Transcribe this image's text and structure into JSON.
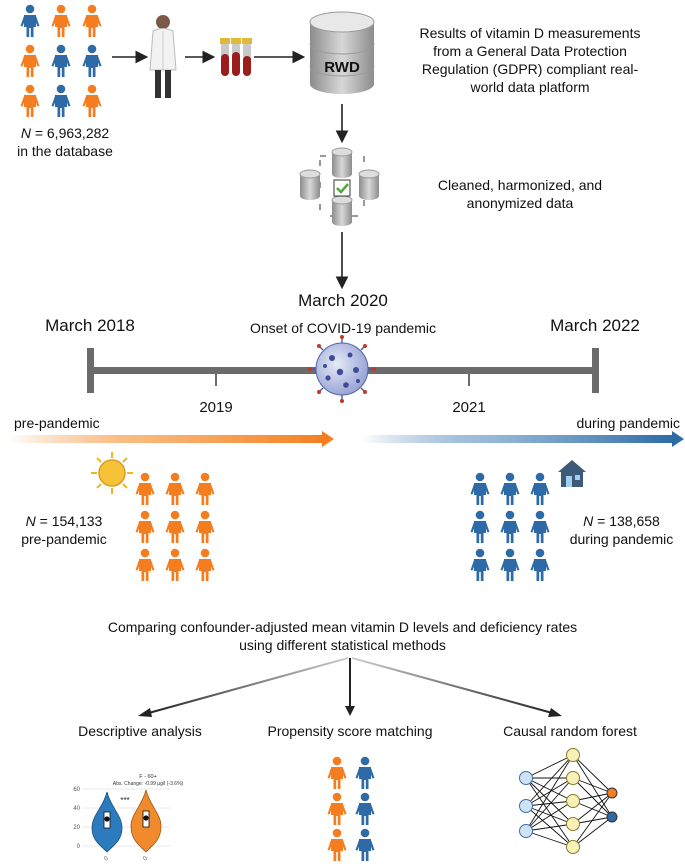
{
  "top": {
    "database_count": "N = 6,963,282",
    "database_count_caption": "in the database",
    "rwd_label": "RWD",
    "results_text": "Results of vitamin D measurements from a General Data Protection Regulation (GDPR) compliant real-world data platform",
    "results_lines": [
      "Results of vitamin D measurements",
      "from a General Data Protection",
      "Regulation (GDPR) compliant real-",
      "world data platform"
    ],
    "cleaned_text": "Cleaned, harmonized, and anonymized data",
    "cleaned_lines": [
      "Cleaned, harmonized, and",
      "anonymized data"
    ]
  },
  "timeline": {
    "center_date": "March 2020",
    "center_caption": "Onset of COVID-19 pandemic",
    "start": "March 2018",
    "end": "March 2022",
    "tick_left": "2019",
    "tick_right": "2021",
    "pre_label": "pre-pandemic",
    "during_label": "during pandemic"
  },
  "groups": {
    "pre_count": "N = 154,133",
    "pre_caption": "pre-pandemic",
    "during_count": "N = 138,658",
    "during_caption": "during pandemic"
  },
  "methods": {
    "heading_lines": [
      "Comparing confounder-adjusted mean vitamin D levels and deficiency rates",
      "using different statistical methods"
    ],
    "descriptive": "Descriptive analysis",
    "psm": "Propensity score matching",
    "crf": "Causal random forest"
  },
  "mini_chart": {
    "title": "F - 60+",
    "subtitle": "Abs. Change: -0.99 µg/l (-3.6%)",
    "significance": "***",
    "yticks": [
      "0",
      "20",
      "40",
      "60"
    ],
    "xticks": [
      "0",
      "0"
    ]
  },
  "colors": {
    "orange": "#f47d20",
    "blue": "#2d6aa6",
    "gray": "#6b6b6b",
    "nn_node": "#f7f1b8",
    "nn_input": "#cfe2f6"
  }
}
